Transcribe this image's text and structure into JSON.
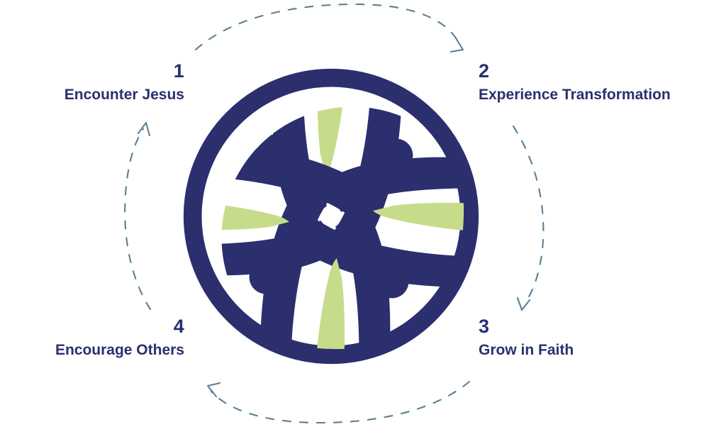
{
  "diagram": {
    "type": "cycle",
    "direction": "clockwise",
    "palette": {
      "navy": "#2b2f6e",
      "green": "#c7dc8b",
      "arrow": "#5a7f96",
      "background": "#ffffff"
    },
    "steps": [
      {
        "number": "1",
        "label": "Encounter Jesus",
        "position": "top-left",
        "align": "right"
      },
      {
        "number": "2",
        "label": "Experience Transformation",
        "position": "top-right",
        "align": "left"
      },
      {
        "number": "3",
        "label": "Grow in Faith",
        "position": "bottom-right",
        "align": "left"
      },
      {
        "number": "4",
        "label": "Encourage Others",
        "position": "bottom-left",
        "align": "right"
      }
    ],
    "connectors": [
      {
        "from": "1",
        "to": "2",
        "style": "dashed-arc",
        "arrow_direction": "down-right"
      },
      {
        "from": "2",
        "to": "3",
        "style": "dashed-arc",
        "arrow_direction": "down-left"
      },
      {
        "from": "3",
        "to": "4",
        "style": "dashed-arc",
        "arrow_direction": "up-left"
      },
      {
        "from": "4",
        "to": "1",
        "style": "dashed-arc",
        "arrow_direction": "up-right"
      }
    ],
    "emblem": {
      "name": "four-part-pinwheel-circle-logo",
      "description": "Circular navy ring enclosing a four-fold rotational pinwheel of curved navy bands, four navy dots and four light-green wedge accents",
      "ring_color": "#2b2f6e",
      "accent_color": "#c7dc8b",
      "dot_count": "4",
      "arm_count": "4",
      "wedge_count": "4"
    }
  }
}
